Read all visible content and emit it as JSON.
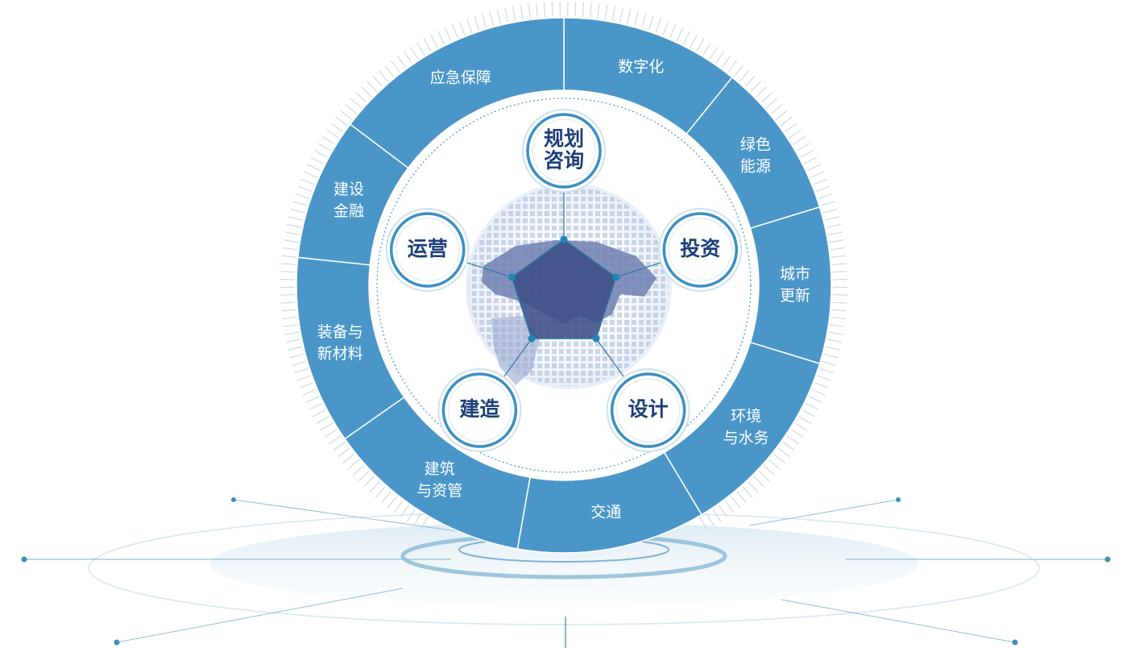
{
  "outer_ring": {
    "segments": [
      {
        "id": "digital",
        "lines": [
          "数字化"
        ]
      },
      {
        "id": "green-energy",
        "lines": [
          "绿色",
          "能源"
        ]
      },
      {
        "id": "urban-renewal",
        "lines": [
          "城市",
          "更新"
        ]
      },
      {
        "id": "environment-water",
        "lines": [
          "环境",
          "与水务"
        ]
      },
      {
        "id": "transport",
        "lines": [
          "交通"
        ]
      },
      {
        "id": "building-asset",
        "lines": [
          "建筑",
          "与资管"
        ]
      },
      {
        "id": "equipment-materials",
        "lines": [
          "装备与",
          "新材料"
        ]
      },
      {
        "id": "construction-finance",
        "lines": [
          "建设",
          "金融"
        ]
      },
      {
        "id": "emergency",
        "lines": [
          "应急保障"
        ]
      }
    ]
  },
  "core_nodes": [
    {
      "id": "planning-consulting",
      "lines": [
        "规划",
        "咨询"
      ]
    },
    {
      "id": "investment",
      "lines": [
        "投资"
      ]
    },
    {
      "id": "design",
      "lines": [
        "设计"
      ]
    },
    {
      "id": "construction",
      "lines": [
        "建造"
      ]
    },
    {
      "id": "operation",
      "lines": [
        "运营"
      ]
    }
  ],
  "colors": {
    "ring_blue": "#4a96c9",
    "ring_divider": "#ffffff",
    "node_text": "#1d3f7a",
    "node_ring": "#3b8fc4",
    "pentagon_fill": "#3d4f86",
    "globe_dots": "#8d9fc6",
    "floor_light": "#cfe4ef"
  }
}
